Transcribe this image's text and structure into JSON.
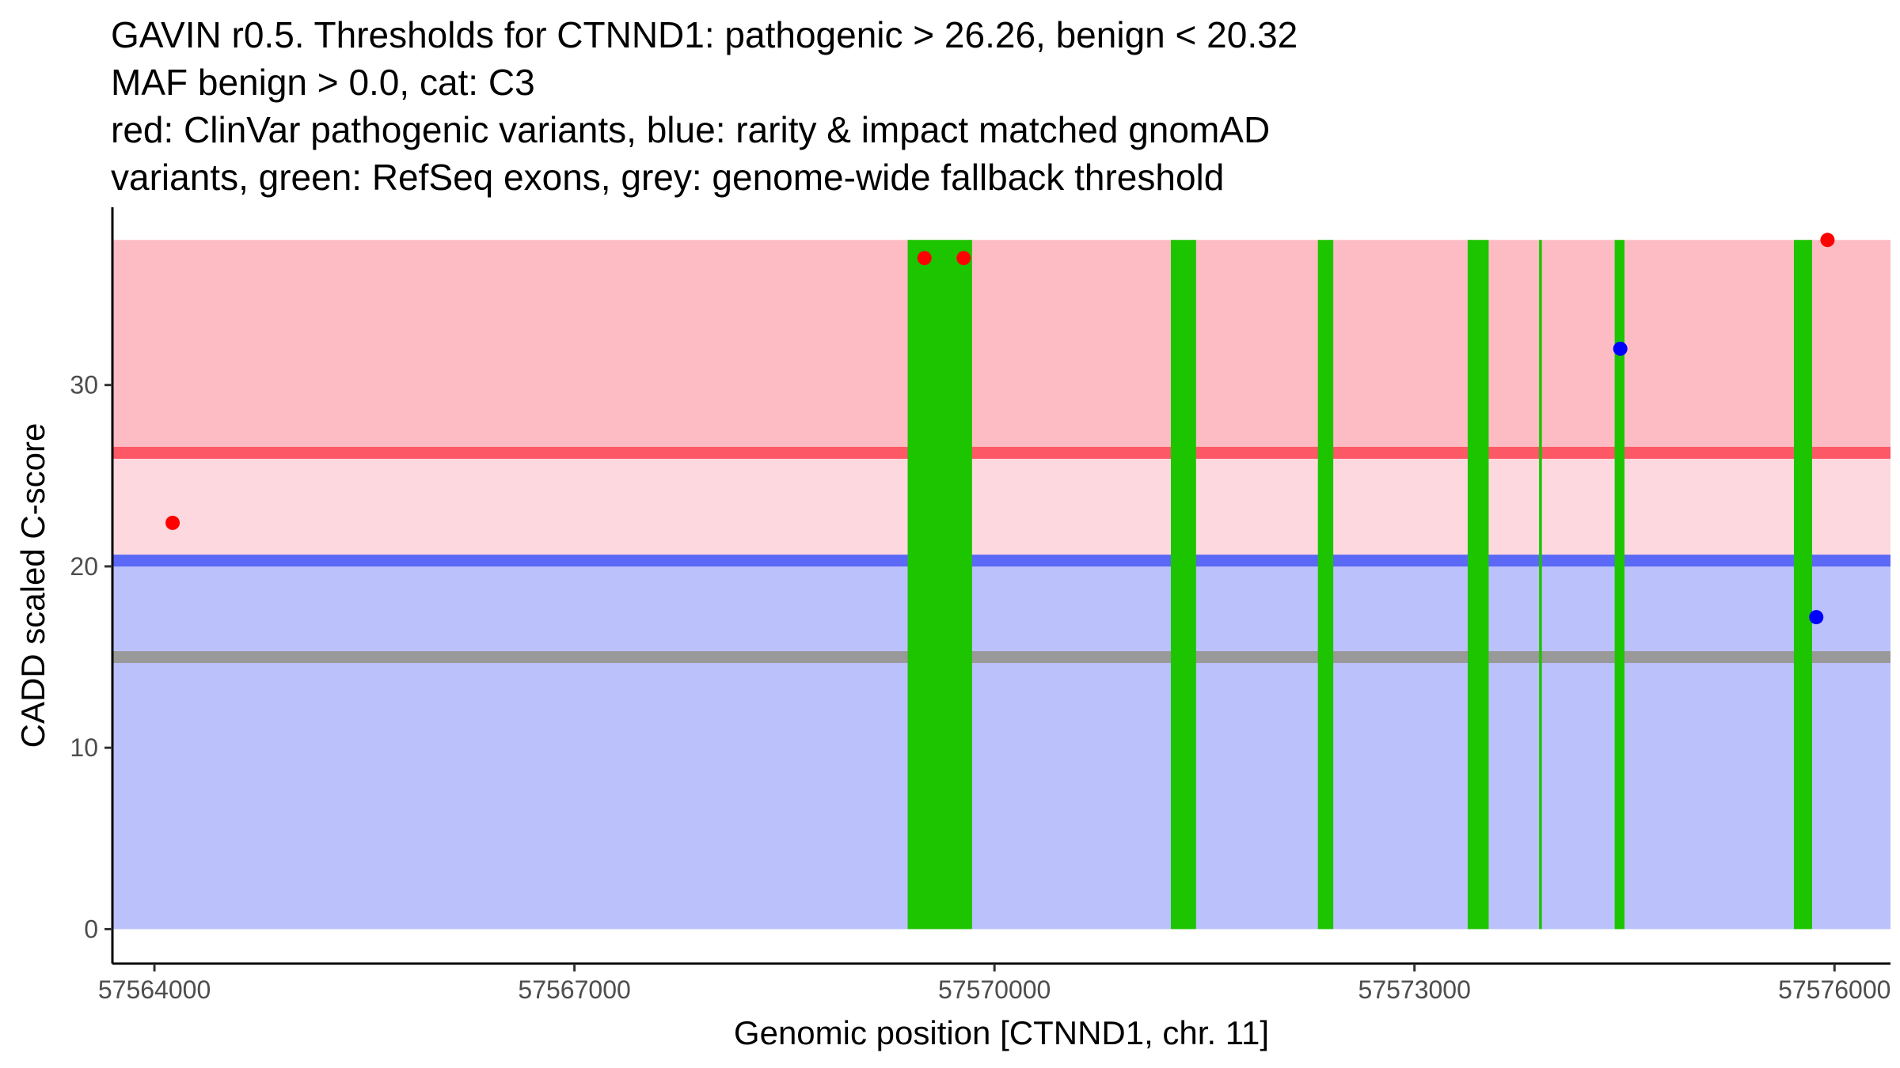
{
  "title_lines": [
    "GAVIN r0.5. Thresholds for CTNND1: pathogenic > 26.26, benign < 20.32",
    "MAF benign > 0.0, cat: C3",
    "red: ClinVar pathogenic variants, blue: rarity & impact matched gnomAD",
    "variants, green: RefSeq exons, grey: genome-wide fallback threshold"
  ],
  "colors": {
    "pathogenic_zone": "#fdbbc3",
    "pathogenic_line": "#fd5866",
    "intermediate_zone": "#fdd8de",
    "benign_line": "#5b69f6",
    "benign_zone": "#bbc1fa",
    "fallback_line": "#999999",
    "exon": "#1dc500",
    "clinvar_point": "#ff0000",
    "gnomad_point": "#0000ff"
  },
  "chart_data": {
    "type": "scatter",
    "xlabel": "Genomic position [CTNND1, chr. 11]",
    "ylabel": "CADD scaled C-score",
    "xlim": [
      57563700,
      57576400
    ],
    "ylim": [
      -1.9,
      39.8
    ],
    "x_ticks": [
      57564000,
      57567000,
      57570000,
      57573000,
      57576000
    ],
    "x_tick_labels": [
      "57564000",
      "57567000",
      "57570000",
      "57573000",
      "57576000"
    ],
    "y_ticks": [
      0,
      10,
      20,
      30
    ],
    "y_tick_labels": [
      "0",
      "10",
      "20",
      "30"
    ],
    "grid": false,
    "thresholds": {
      "pathogenic": 26.26,
      "benign": 20.32,
      "fallback": 15,
      "ymax": 38
    },
    "exons": [
      [
        57569380,
        57569840
      ],
      [
        57571260,
        57571440
      ],
      [
        57572310,
        57572420
      ],
      [
        57573380,
        57573530
      ],
      [
        57573890,
        57573910
      ],
      [
        57574430,
        57574500
      ],
      [
        57575710,
        57575840
      ]
    ],
    "series": [
      {
        "name": "ClinVar pathogenic variants",
        "points": [
          {
            "x": 57564130,
            "y": 22.4
          },
          {
            "x": 57569500,
            "y": 37.0
          },
          {
            "x": 57569780,
            "y": 37.0
          },
          {
            "x": 57575950,
            "y": 38.0
          }
        ]
      },
      {
        "name": "rarity & impact matched gnomAD variants",
        "points": [
          {
            "x": 57574470,
            "y": 32.0
          },
          {
            "x": 57575870,
            "y": 17.2
          }
        ]
      }
    ]
  }
}
